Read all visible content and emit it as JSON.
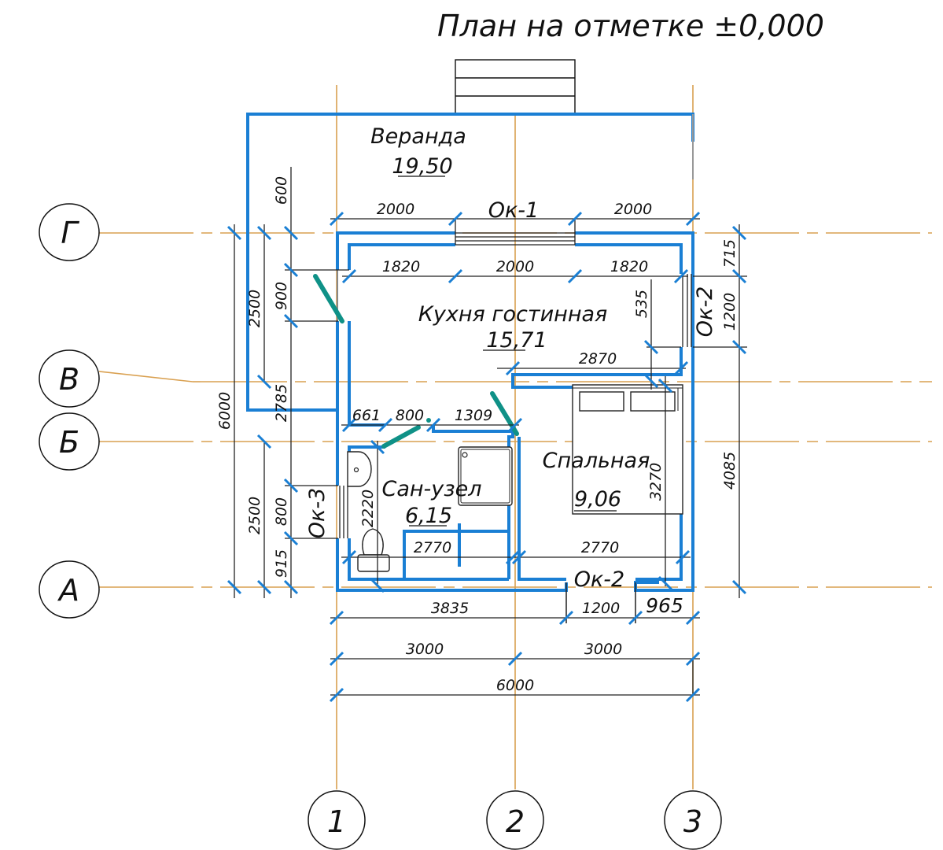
{
  "drawing": {
    "title": "План на отметке ±0,000",
    "colors": {
      "walls": "#1a7fd4",
      "axes": "#d9a050",
      "doors": "#0f9187",
      "dimension_lines": "#222222",
      "text": "#111111"
    }
  },
  "axes": {
    "horizontal": [
      {
        "label": "Г"
      },
      {
        "label": "В"
      },
      {
        "label": "Б"
      },
      {
        "label": "А"
      }
    ],
    "vertical": [
      {
        "label": "1"
      },
      {
        "label": "2"
      },
      {
        "label": "3"
      }
    ]
  },
  "rooms": [
    {
      "name": "Веранда",
      "area": "19,50"
    },
    {
      "name": "Кухня гостинная",
      "area": "15,71"
    },
    {
      "name": "Сан-узел",
      "area": "6,15"
    },
    {
      "name": "Спальная",
      "area": "9,06"
    }
  ],
  "windows": [
    {
      "label": "Ок-1"
    },
    {
      "label": "Ок-2"
    },
    {
      "label": "Ок-3"
    },
    {
      "label": "Ок-2"
    }
  ],
  "dimensions": {
    "top_outer": [
      "2000",
      "2000"
    ],
    "top_inner": [
      "1820",
      "2000",
      "1820"
    ],
    "left_outer": [
      "6000"
    ],
    "left_mid": [
      "2500",
      "2500"
    ],
    "left_inner": [
      "600",
      "900",
      "2785",
      "800",
      "915"
    ],
    "right": [
      "715",
      "1200",
      "4085"
    ],
    "interior": {
      "kitchen_535": "535",
      "kitchen_2870": "2870",
      "bath_661": "661",
      "bath_800": "800",
      "bath_1309": "1309",
      "bath_2220": "2220",
      "bath_2770": "2770",
      "bed_2770": "2770",
      "bed_3270": "3270"
    },
    "bottom_1": [
      "3835",
      "1200",
      "965"
    ],
    "bottom_2": [
      "3000",
      "3000"
    ],
    "bottom_3": [
      "6000"
    ]
  }
}
